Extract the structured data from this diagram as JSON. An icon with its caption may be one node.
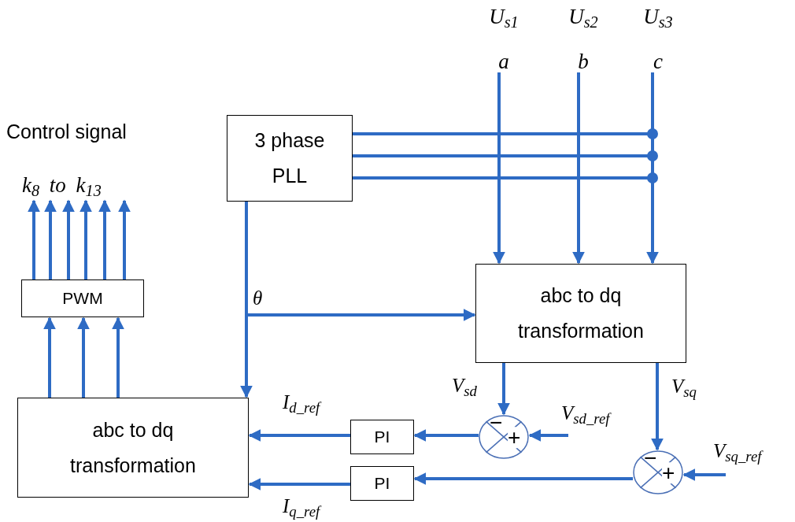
{
  "diagram": {
    "nodes": [
      {
        "text": [
          "3 phase PLL"
        ]
      },
      {
        "text": [
          "abc to dq transformation"
        ]
      },
      {
        "text": [
          "PWM"
        ]
      },
      {
        "text": [
          "abc to dq transformation"
        ]
      },
      {
        "text": [
          "PI"
        ]
      },
      {
        "text": [
          "PI"
        ]
      },
      {
        "text": [
          "−",
          "+"
        ]
      },
      {
        "text": [
          "−",
          "+"
        ]
      },
      {
        "text": [
          "k$_{8}$ to k$_{13}$"
        ]
      },
      {
        "text": [
          "U$_{s1}$",
          "a"
        ]
      },
      {
        "text": [
          "U$_{s2}$",
          "b"
        ]
      },
      {
        "text": [
          "U$_{s3}$",
          "c"
        ]
      }
    ],
    "edges": [
      {
        "from": 9,
        "to": 1,
        "arrow": "to"
      },
      {
        "from": 10,
        "to": 1,
        "arrow": "to"
      },
      {
        "from": 11,
        "to": 1,
        "arrow": "to"
      },
      {
        "from": 0,
        "to": null,
        "arrow": "other"
      },
      {
        "from": 0,
        "to": null,
        "arrow": "other"
      },
      {
        "from": 0,
        "to": null,
        "arrow": "other"
      },
      {
        "from": 0,
        "to": 1,
        "arrow": "to",
        "label": "θ"
      },
      {
        "from": 0,
        "to": 3,
        "arrow": "to"
      },
      {
        "from": 2,
        "to": 8,
        "arrow": "to"
      },
      {
        "from": 2,
        "to": 8,
        "arrow": "to"
      },
      {
        "from": 2,
        "to": 8,
        "arrow": "to"
      },
      {
        "from": 2,
        "to": 8,
        "arrow": "to"
      },
      {
        "from": 2,
        "to": 8,
        "arrow": "to"
      },
      {
        "from": 2,
        "to": 8,
        "arrow": "to"
      },
      {
        "from": 3,
        "to": 2,
        "arrow": "to"
      },
      {
        "from": 3,
        "to": 2,
        "arrow": "to"
      },
      {
        "from": 3,
        "to": 2,
        "arrow": "to"
      },
      {
        "from": 1,
        "to": 6,
        "arrow": "to",
        "label": "V$_{sd}$"
      },
      {
        "from": 1,
        "to": 7,
        "arrow": "to",
        "label": "V$_{sq}$"
      },
      {
        "from": null,
        "to": 6,
        "arrow": "to",
        "label": "V$_{sd_ref}$"
      },
      {
        "from": null,
        "to": 7,
        "arrow": "to",
        "label": "V$_{sq_ref}$"
      },
      {
        "from": 6,
        "to": 4,
        "arrow": "to"
      },
      {
        "from": 7,
        "to": 5,
        "arrow": "to"
      },
      {
        "from": 4,
        "to": 3,
        "arrow": "to",
        "label": "I$_{d_ref}$"
      },
      {
        "from": 5,
        "to": 3,
        "arrow": "to",
        "label": "I$_{q_ref}$"
      }
    ],
    "labels": [
      "Control signal"
    ]
  }
}
